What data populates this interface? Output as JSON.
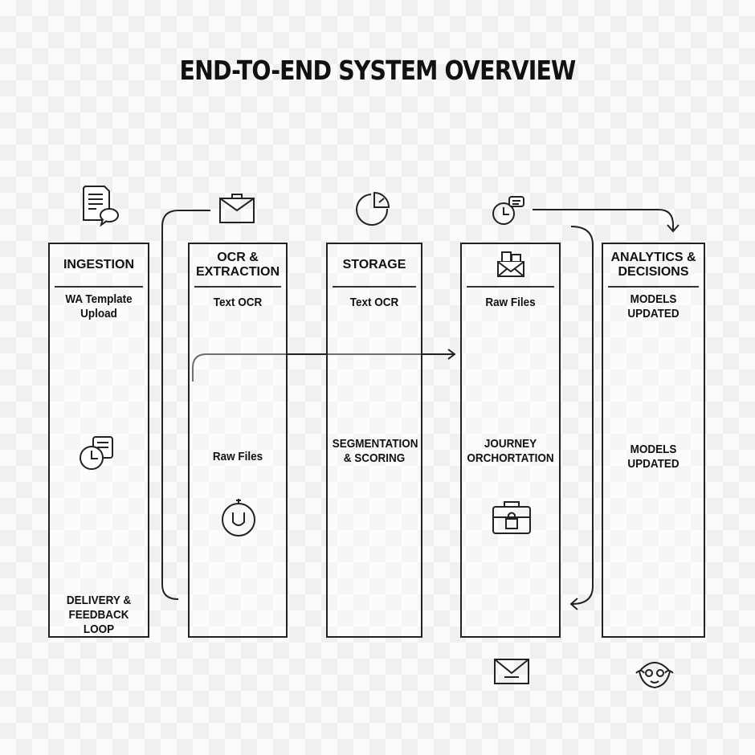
{
  "title": "END-TO-END SYSTEM OVERVIEW",
  "columns": [
    {
      "heading": "INGESTION",
      "sub": "WA Template Upload",
      "bottom": "DELIVERY & FEEDBACK LOOP"
    },
    {
      "heading": "OCR & EXTRACTION",
      "sub": "Text OCR",
      "mid": "Raw Files"
    },
    {
      "heading": "STORAGE",
      "sub": "Text OCR",
      "mid": "SEGMENTATION & SCORING"
    },
    {
      "heading": "",
      "sub": "Raw Files",
      "mid": "JOURNEY ORCHORTATION"
    },
    {
      "heading": "ANALYTICS & DECISIONS",
      "sub": "MODELS UPDATED",
      "mid": "MODELS UPDATED"
    }
  ],
  "icons": [
    "document-chat-icon",
    "briefcase-icon",
    "pie-chart-icon",
    "clock-chat-icon",
    "open-envelope-icon",
    "clock-document-icon",
    "shield-dial-icon",
    "locked-case-icon",
    "envelope-icon",
    "mask-icon"
  ]
}
